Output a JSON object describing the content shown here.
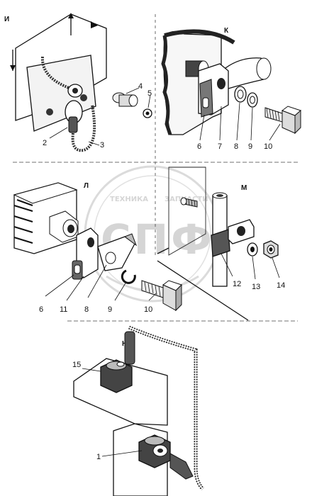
{
  "sections": {
    "i": "И",
    "k": "К",
    "l": "Л",
    "m": "М",
    "n": "Н"
  },
  "callouts": {
    "c1": "1",
    "c2": "2",
    "c3": "3",
    "c4": "4",
    "c5": "5",
    "c6a": "6",
    "c7": "7",
    "c8a": "8",
    "c9a": "9",
    "c10a": "10",
    "c6b": "6",
    "c11": "11",
    "c8b": "8",
    "c9b": "9",
    "c10b": "10",
    "c12": "12",
    "c13": "13",
    "c14": "14",
    "c15": "15"
  },
  "watermark": {
    "top_line": "ТЕХНИКА",
    "top_line_right": "ЗАПЧАСТИ",
    "big": "СПФ"
  }
}
